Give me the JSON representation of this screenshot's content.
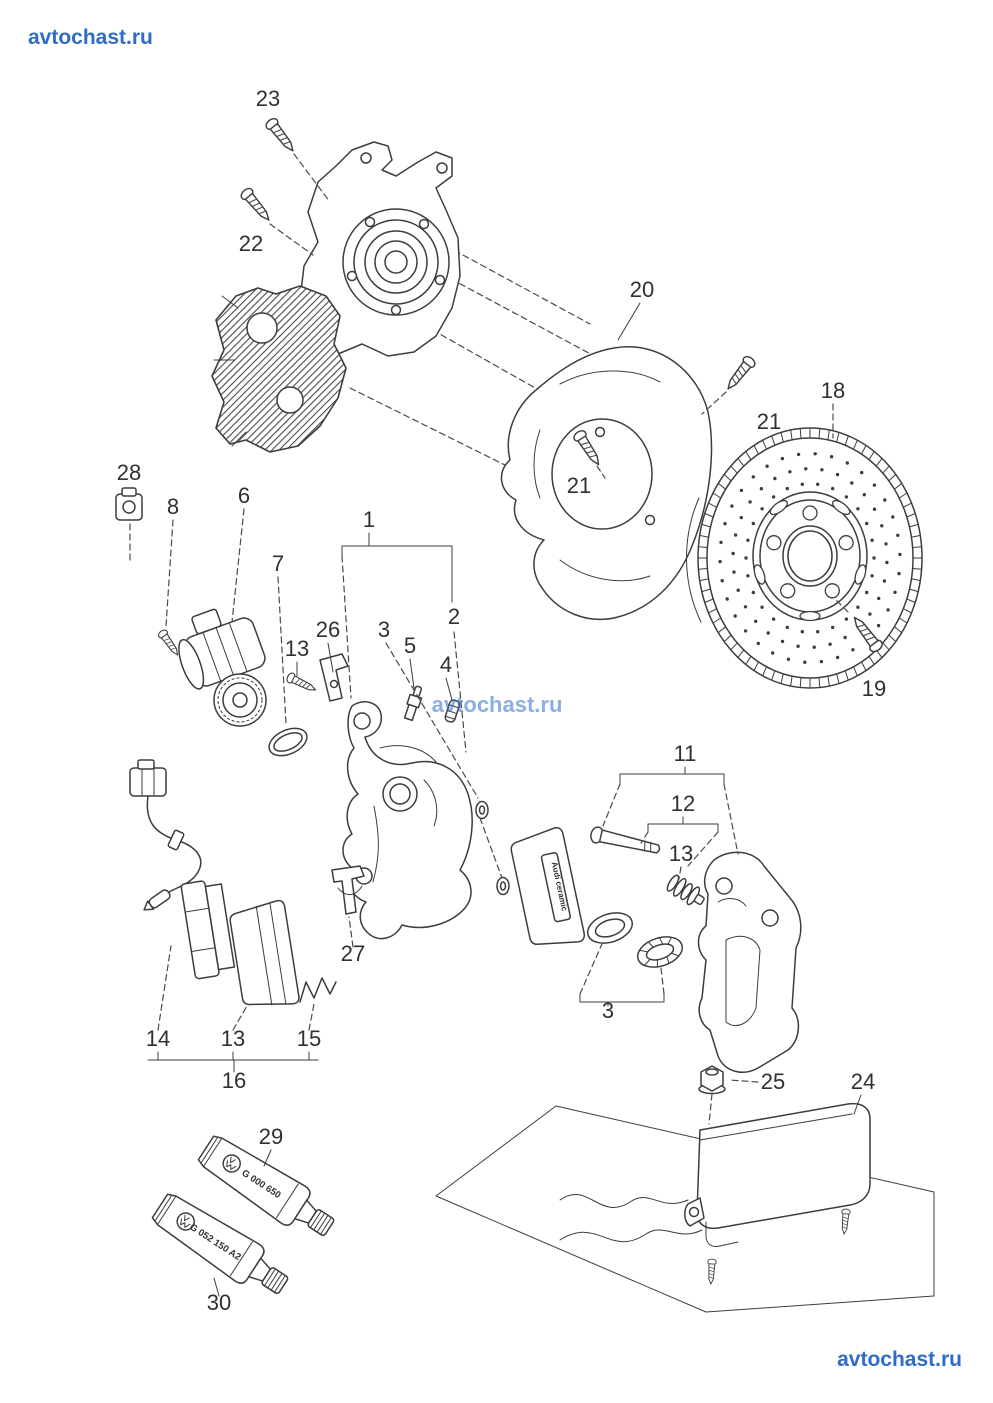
{
  "watermarks": {
    "top_left": "avtochast.ru",
    "center": "avtochast.ru",
    "bottom_right": "avtochast.ru"
  },
  "colors": {
    "line": "#3d3d3d",
    "watermark_blue": "#2f6cc8",
    "background": "#ffffff"
  },
  "labels": [
    {
      "text": "23"
    },
    {
      "text": "22"
    },
    {
      "text": "20"
    },
    {
      "text": "21"
    },
    {
      "text": "18"
    },
    {
      "text": "21"
    },
    {
      "text": "19"
    },
    {
      "text": "28"
    },
    {
      "text": "8"
    },
    {
      "text": "6"
    },
    {
      "text": "1"
    },
    {
      "text": "7"
    },
    {
      "text": "2"
    },
    {
      "text": "26"
    },
    {
      "text": "13"
    },
    {
      "text": "3"
    },
    {
      "text": "5"
    },
    {
      "text": "4"
    },
    {
      "text": "11"
    },
    {
      "text": "12"
    },
    {
      "text": "13"
    },
    {
      "text": "3"
    },
    {
      "text": "27"
    },
    {
      "text": "14"
    },
    {
      "text": "13"
    },
    {
      "text": "15"
    },
    {
      "text": "16"
    },
    {
      "text": "25"
    },
    {
      "text": "24"
    },
    {
      "text": "29"
    },
    {
      "text": "30"
    }
  ],
  "parts": {
    "pad_brand": "Audi ceramic",
    "grease_tube_upper": {
      "code": "G 000 650"
    },
    "grease_tube_lower": {
      "code": "G 052 150 A2"
    }
  }
}
